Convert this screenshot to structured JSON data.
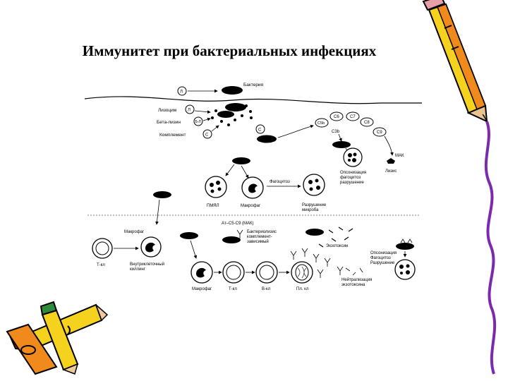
{
  "slide": {
    "title": "Иммунитет при бактериальных инфекциях"
  },
  "diagram": {
    "labels": {
      "bacteria": "Бактерия",
      "lysozyme": "Лизоцим",
      "beta_lysin": "Бета-лизин",
      "complement": "Комплемент",
      "c3b": "C3b",
      "mak": "МАК",
      "lysis": "Лизис",
      "opsonization_top": "Опсонизация\nфагоцитоз\nразрушение",
      "phagocytosis": "Фагоцитоз",
      "pmnl": "ПМЯЛ",
      "macrophage_top": "Макрофаг",
      "microbe_destruction": "Разрушение\nмикроба",
      "macrophage_left": "Макрофаг",
      "t_cell_left": "Т-кл",
      "intracellular_killing": "Внутриклеточный\nкиллинг",
      "ab_mak": "Ат–C5-C9 (МАК)",
      "bacteriolysis": "Бактериолизис\nкомплемент-\nзависимый",
      "exotoxin": "Экзотоксин",
      "opsonization_right": "Опсонизация\nФагоцитоз\nРазрушение",
      "neutralization": "Нейтрализация\nэкзотоксина",
      "macrophage_bottom": "Макрофаг",
      "t_cell_bottom": "Т-кл",
      "b_cell": "В-кл",
      "plasma_cell": "Пл. кл"
    },
    "factor_icons": {
      "lysozyme": "Л",
      "lysozyme2": "Л",
      "beta_lysin": "Б-Л",
      "complement": "С",
      "complement2": "С"
    },
    "complement_chain": [
      "C5b",
      "C6",
      "C7",
      "C8",
      "C9"
    ]
  },
  "colors": {
    "ink": "#000000",
    "pencil_yellow": "#f5d21e",
    "pencil_orange": "#f08a1c",
    "pencil_purple": "#6b2bb8",
    "pencil_green": "#2e8b3a",
    "pencil_red": "#d0201c",
    "pencil_pink": "#e8a0a8",
    "border_purple": "#7a2ab0"
  },
  "icons": {
    "top_pencil": "pencil-icon",
    "bottom_pencils": "crossed-pencils-icon",
    "right_border": "wavy-border-icon"
  }
}
